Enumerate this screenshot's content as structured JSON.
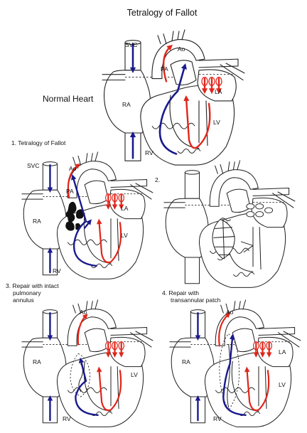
{
  "title": "Tetralogy of Fallot",
  "colors": {
    "deoxygenated": "#1a1a8c",
    "oxygenated": "#e0261b",
    "outline": "#222222",
    "obstruction": "#111111"
  },
  "panels": {
    "normal": {
      "caption": "Normal Heart",
      "labels": {
        "svc": "SVC",
        "ao": "Ao",
        "pa": "PA",
        "ra": "RA",
        "la": "LA",
        "lv": "LV",
        "rv": "RV"
      }
    },
    "tof": {
      "caption": "1. Tetralogy of Fallot",
      "labels": {
        "svc": "SVC",
        "ao": "Ao",
        "pa": "PA",
        "ra": "RA",
        "la": "LA",
        "lv": "LV",
        "rv": "RV"
      }
    },
    "repaired_view": {
      "caption": "2."
    },
    "repair_intact": {
      "caption_lines": [
        "3. Repair with intact",
        "pulmonary",
        "annulus"
      ],
      "labels": {
        "ao": "Ao",
        "ra": "RA",
        "lv": "LV",
        "rv": "RV"
      }
    },
    "repair_patch": {
      "caption_lines": [
        "4. Repair with",
        "transannular patch"
      ],
      "labels": {
        "ao": "Ao",
        "ra": "RA",
        "la": "LA",
        "lv": "LV",
        "rv": "RV"
      }
    }
  }
}
